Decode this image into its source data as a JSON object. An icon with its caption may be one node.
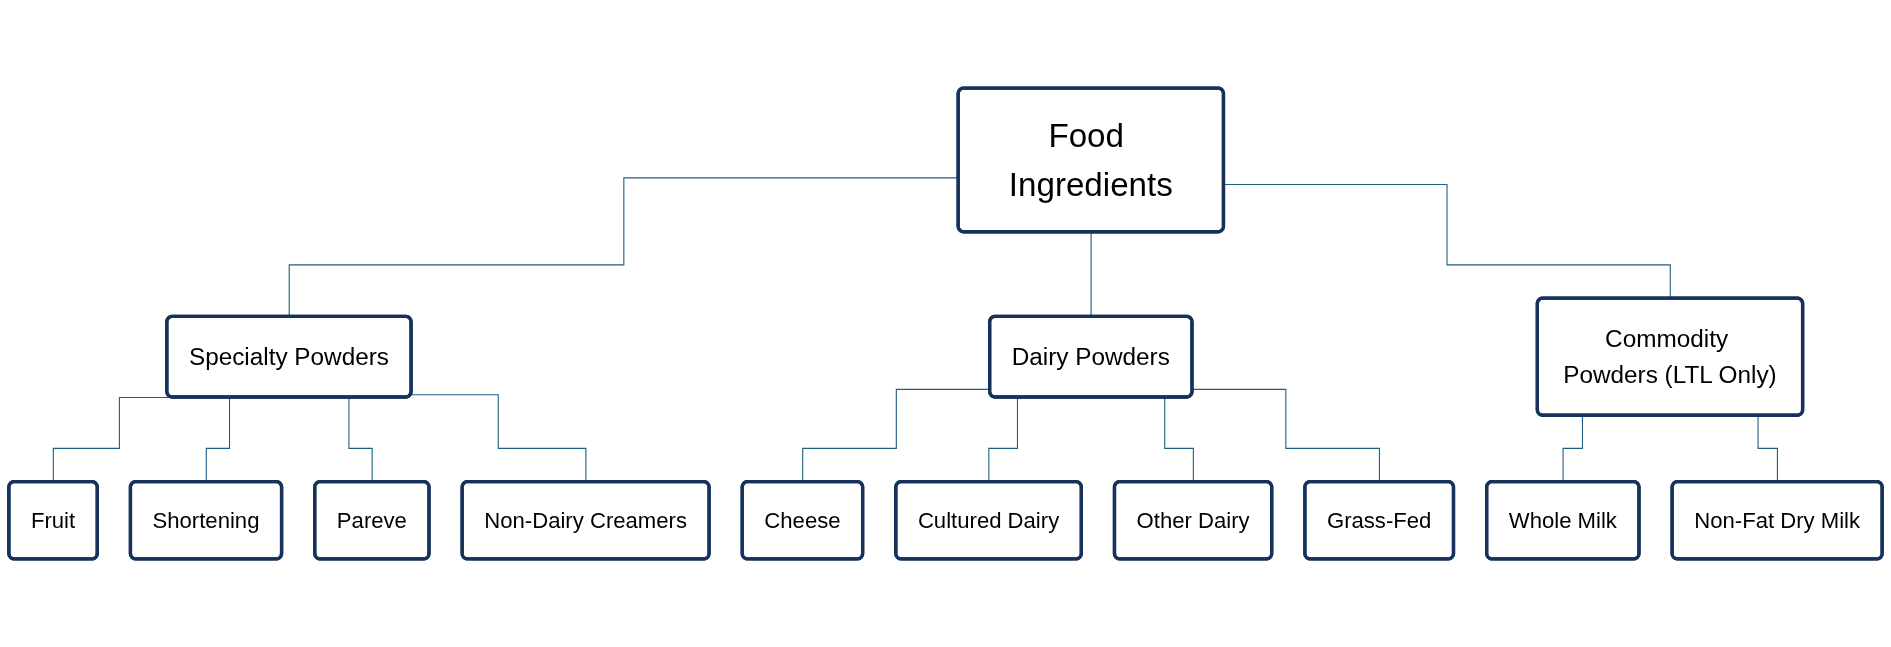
{
  "diagram": {
    "nodes": [
      {
        "text": [
          "Food Ingredients"
        ]
      },
      {
        "text": [
          "Specialty Powders"
        ]
      },
      {
        "text": [
          "Dairy Powders"
        ]
      },
      {
        "text": [
          "Commodity Powders (LTL Only)"
        ]
      },
      {
        "text": [
          "Fruit"
        ]
      },
      {
        "text": [
          "Shortening"
        ]
      },
      {
        "text": [
          "Pareve"
        ]
      },
      {
        "text": [
          "Non-Dairy Creamers"
        ]
      },
      {
        "text": [
          "Cheese"
        ]
      },
      {
        "text": [
          "Cultured Dairy"
        ]
      },
      {
        "text": [
          "Other Dairy"
        ]
      },
      {
        "text": [
          "Grass-Fed"
        ]
      },
      {
        "text": [
          "Whole Milk"
        ]
      },
      {
        "text": [
          "Non-Fat Dry Milk"
        ]
      }
    ],
    "edges": [
      {
        "from": 0,
        "to": 1,
        "arrow": "none"
      },
      {
        "from": 0,
        "to": 2,
        "arrow": "none"
      },
      {
        "from": 0,
        "to": 3,
        "arrow": "none"
      },
      {
        "from": 1,
        "to": 4,
        "arrow": "none"
      },
      {
        "from": 1,
        "to": 5,
        "arrow": "none"
      },
      {
        "from": 1,
        "to": 6,
        "arrow": "none"
      },
      {
        "from": 1,
        "to": 7,
        "arrow": "none"
      },
      {
        "from": 2,
        "to": 8,
        "arrow": "none"
      },
      {
        "from": 2,
        "to": 9,
        "arrow": "none"
      },
      {
        "from": 2,
        "to": 10,
        "arrow": "none"
      },
      {
        "from": 2,
        "to": 11,
        "arrow": "none"
      },
      {
        "from": 3,
        "to": 12,
        "arrow": "none"
      },
      {
        "from": 3,
        "to": 13,
        "arrow": "none"
      }
    ]
  }
}
